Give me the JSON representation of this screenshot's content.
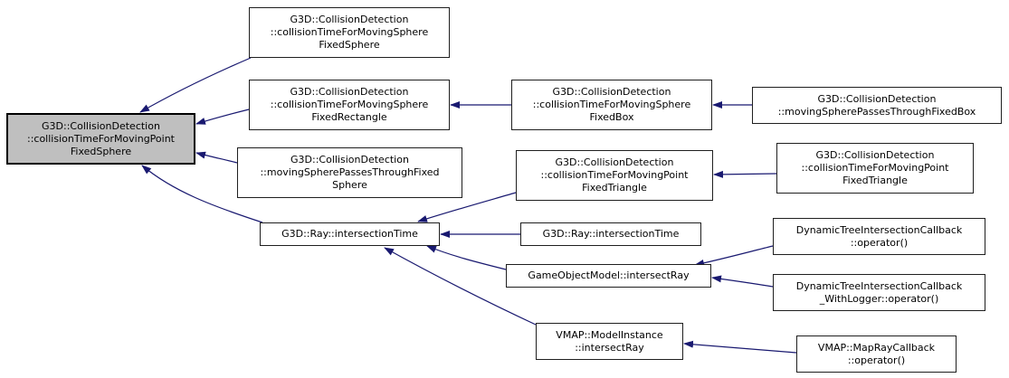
{
  "diagram": {
    "kind": "caller-graph",
    "colors": {
      "edge": "#191970",
      "node_fill": "#ffffff",
      "node_border": "#1f1f1f",
      "current_node_fill": "#bfbfbf",
      "text": "#000000",
      "background": "#ffffff"
    },
    "nodes": [
      {
        "id": "collision-time-moving-point-fixed-sphere",
        "current": true,
        "lines": [
          "G3D::CollisionDetection",
          "::collisionTimeForMovingPoint",
          "FixedSphere"
        ]
      },
      {
        "id": "collision-time-moving-sphere-fixed-sphere",
        "lines": [
          "G3D::CollisionDetection",
          "::collisionTimeForMovingSphere",
          "FixedSphere"
        ]
      },
      {
        "id": "collision-time-moving-sphere-fixed-rectangle",
        "lines": [
          "G3D::CollisionDetection",
          "::collisionTimeForMovingSphere",
          "FixedRectangle"
        ]
      },
      {
        "id": "collision-time-moving-sphere-fixed-box",
        "lines": [
          "G3D::CollisionDetection",
          "::collisionTimeForMovingSphere",
          "FixedBox"
        ]
      },
      {
        "id": "moving-sphere-passes-through-fixed-box",
        "lines": [
          "G3D::CollisionDetection",
          "::movingSpherePassesThroughFixedBox"
        ]
      },
      {
        "id": "moving-sphere-passes-through-fixed-sphere",
        "lines": [
          "G3D::CollisionDetection",
          "::movingSpherePassesThroughFixed",
          "Sphere"
        ]
      },
      {
        "id": "ray-intersection-time",
        "lines": [
          "G3D::Ray::intersectionTime"
        ]
      },
      {
        "id": "collision-time-moving-point-fixed-triangle",
        "lines": [
          "G3D::CollisionDetection",
          "::collisionTimeForMovingPoint",
          "FixedTriangle"
        ]
      },
      {
        "id": "collision-time-moving-point-fixed-triangle-2",
        "lines": [
          "G3D::CollisionDetection",
          "::collisionTimeForMovingPoint",
          "FixedTriangle"
        ]
      },
      {
        "id": "ray-intersection-time-2",
        "lines": [
          "G3D::Ray::intersectionTime"
        ]
      },
      {
        "id": "game-object-model-intersect-ray",
        "lines": [
          "GameObjectModel::intersectRay"
        ]
      },
      {
        "id": "dynamic-tree-intersection-callback-operator",
        "lines": [
          "DynamicTreeIntersectionCallback",
          "::operator()"
        ]
      },
      {
        "id": "dynamic-tree-intersection-callback-with-logger-operator",
        "lines": [
          "DynamicTreeIntersectionCallback",
          "_WithLogger::operator()"
        ]
      },
      {
        "id": "vmap-model-instance-intersect-ray",
        "lines": [
          "VMAP::ModelInstance",
          "::intersectRay"
        ]
      },
      {
        "id": "vmap-map-ray-callback-operator",
        "lines": [
          "VMAP::MapRayCallback",
          "::operator()"
        ]
      }
    ],
    "edges": [
      {
        "from": "collision-time-moving-sphere-fixed-sphere",
        "to": "collision-time-moving-point-fixed-sphere"
      },
      {
        "from": "collision-time-moving-sphere-fixed-rectangle",
        "to": "collision-time-moving-point-fixed-sphere"
      },
      {
        "from": "moving-sphere-passes-through-fixed-sphere",
        "to": "collision-time-moving-point-fixed-sphere"
      },
      {
        "from": "ray-intersection-time",
        "to": "collision-time-moving-point-fixed-sphere"
      },
      {
        "from": "collision-time-moving-sphere-fixed-box",
        "to": "collision-time-moving-sphere-fixed-rectangle"
      },
      {
        "from": "moving-sphere-passes-through-fixed-box",
        "to": "collision-time-moving-sphere-fixed-box"
      },
      {
        "from": "collision-time-moving-point-fixed-triangle",
        "to": "ray-intersection-time"
      },
      {
        "from": "collision-time-moving-point-fixed-triangle-2",
        "to": "collision-time-moving-point-fixed-triangle"
      },
      {
        "from": "ray-intersection-time-2",
        "to": "ray-intersection-time"
      },
      {
        "from": "game-object-model-intersect-ray",
        "to": "ray-intersection-time"
      },
      {
        "from": "dynamic-tree-intersection-callback-operator",
        "to": "game-object-model-intersect-ray"
      },
      {
        "from": "dynamic-tree-intersection-callback-with-logger-operator",
        "to": "game-object-model-intersect-ray"
      },
      {
        "from": "vmap-model-instance-intersect-ray",
        "to": "ray-intersection-time"
      },
      {
        "from": "vmap-map-ray-callback-operator",
        "to": "vmap-model-instance-intersect-ray"
      }
    ]
  }
}
